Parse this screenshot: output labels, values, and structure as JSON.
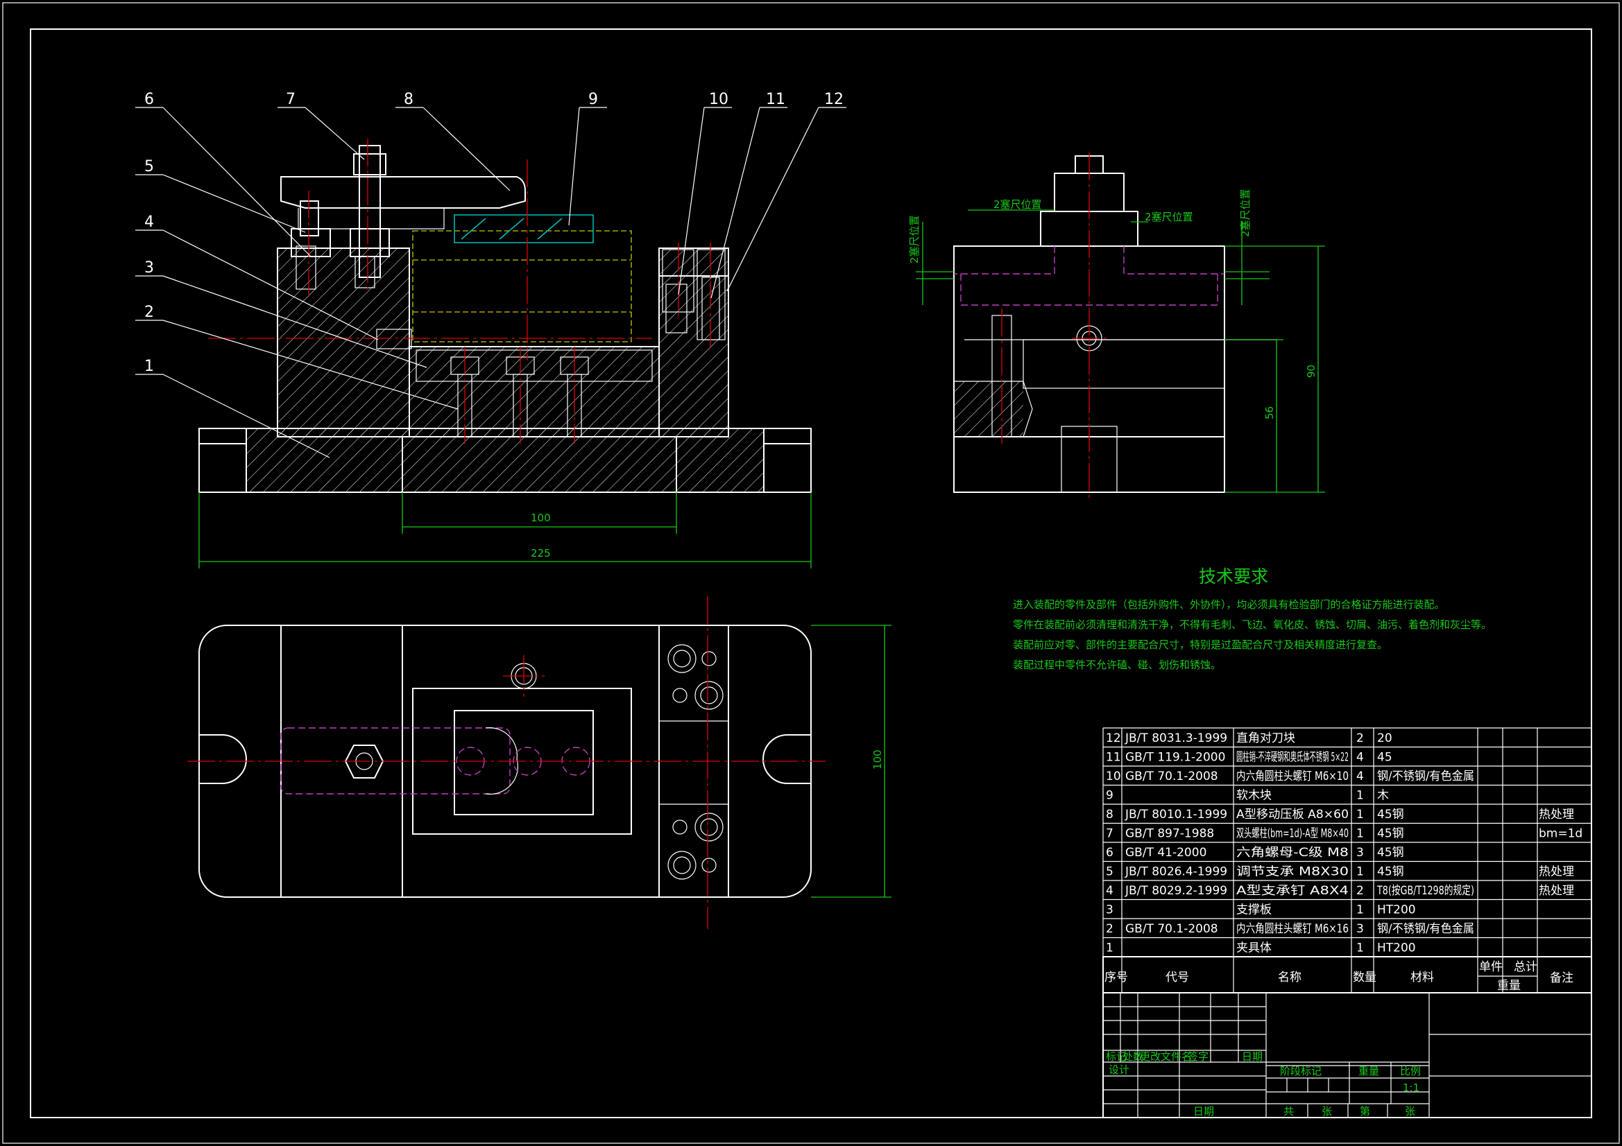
{
  "balloons": [
    "6",
    "7",
    "8",
    "9",
    "10",
    "11",
    "12",
    "5",
    "4",
    "3",
    "2",
    "1"
  ],
  "dims": {
    "front_100": "100",
    "front_225": "225",
    "top_100": "100",
    "side_90": "90",
    "side_56": "56"
  },
  "feeler": {
    "left": "2塞尺位置",
    "mid": "2塞尺位置",
    "vert_left": "2塞尺位置",
    "vert_right": "2塞尺位置"
  },
  "tech": {
    "title": "技术要求",
    "lines": [
      "进入装配的零件及部件（包括外购件、外协件），均必须具有检验部门的合格证方能进行装配。",
      "零件在装配前必须清理和清洗干净，不得有毛刺、飞边、氧化皮、锈蚀、切屑、油污、着色剂和灰尘等。",
      "装配前应对零、部件的主要配合尺寸，特别是过盈配合尺寸及相关精度进行复查。",
      "装配过程中零件不允许磕、碰、划伤和锈蚀。"
    ]
  },
  "bom": {
    "rows": [
      {
        "no": "12",
        "code": "JB/T 8031.3-1999",
        "name": "直角对刀块",
        "qty": "2",
        "mat": "20",
        "note": ""
      },
      {
        "no": "11",
        "code": "GB/T 119.1-2000",
        "name": "圆柱销-不淬硬钢和奥氏体不锈钢 5×22",
        "qty": "4",
        "mat": "45",
        "note": ""
      },
      {
        "no": "10",
        "code": "GB/T 70.1-2008",
        "name": "内六角圆柱头螺钉 M6×10",
        "qty": "4",
        "mat": "钢/不锈钢/有色金属",
        "note": ""
      },
      {
        "no": "9",
        "code": "",
        "name": "软木块",
        "qty": "1",
        "mat": "木",
        "note": ""
      },
      {
        "no": "8",
        "code": "JB/T 8010.1-1999",
        "name": "A型移动压板 A8×60",
        "qty": "1",
        "mat": "45钢",
        "note": "热处理"
      },
      {
        "no": "7",
        "code": "GB/T 897-1988",
        "name": "双头螺柱(bm=1d)-A型 M8×40",
        "qty": "1",
        "mat": "45钢",
        "note": "bm=1d"
      },
      {
        "no": "6",
        "code": "GB/T 41-2000",
        "name": "六角螺母-C级 M8",
        "qty": "3",
        "mat": "45钢",
        "note": ""
      },
      {
        "no": "5",
        "code": "JB/T 8026.4-1999",
        "name": "调节支承 M8X30",
        "qty": "1",
        "mat": "45钢",
        "note": "热处理"
      },
      {
        "no": "4",
        "code": "JB/T 8029.2-1999",
        "name": "A型支承钉 A8X4",
        "qty": "2",
        "mat": "T8(按GB/T1298的规定)",
        "note": "热处理"
      },
      {
        "no": "3",
        "code": "",
        "name": "支撑板",
        "qty": "1",
        "mat": "HT200",
        "note": ""
      },
      {
        "no": "2",
        "code": "GB/T 70.1-2008",
        "name": "内六角圆柱头螺钉 M6×16",
        "qty": "3",
        "mat": "钢/不锈钢/有色金属",
        "note": ""
      },
      {
        "no": "1",
        "code": "",
        "name": "夹具体",
        "qty": "1",
        "mat": "HT200",
        "note": ""
      }
    ],
    "header": {
      "no": "序号",
      "code": "代号",
      "name": "名称",
      "qty": "数量",
      "mat": "材料",
      "unit": "单件",
      "total": "总计",
      "weight": "重量",
      "note": "备注"
    }
  },
  "title_block": {
    "mark": "标记",
    "count": "处数",
    "change_doc": "更改文件名",
    "sign": "签字",
    "date": "日期",
    "design": "设计",
    "stage": "阶段标记",
    "weight": "重量",
    "scale": "比例",
    "scale_val": "1:1",
    "date2": "日期",
    "total": "共",
    "sheets": "张",
    "page": "第",
    "sheet2": "张"
  },
  "colors": {
    "line": "#ffffff",
    "center": "#e00000",
    "dim": "#18c818",
    "hidden": "#c040c0",
    "phantom": "#c8c800"
  }
}
